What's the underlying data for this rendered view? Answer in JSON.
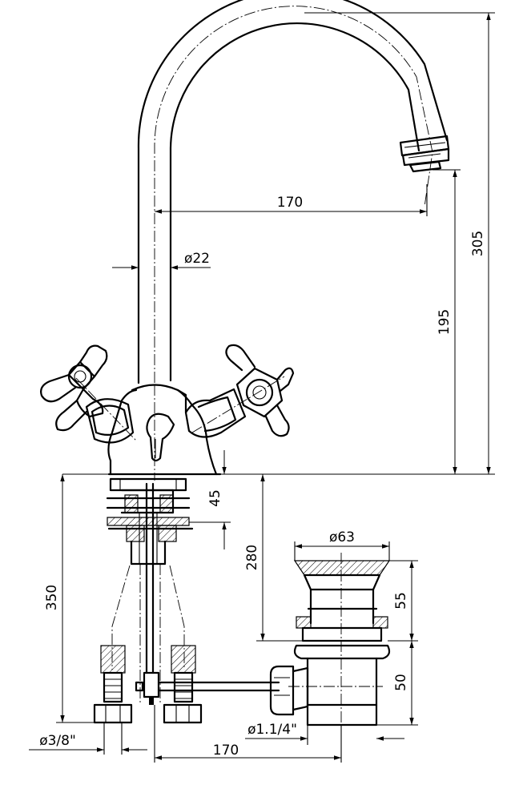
{
  "dimensions": {
    "spout_reach": "170",
    "spout_diameter": "ø22",
    "total_height": "305",
    "outlet_height": "195",
    "base_thickness": "45",
    "hose_length": "350",
    "shank_length": "280",
    "waste_diameter": "ø63",
    "waste_flange_height": "55",
    "waste_body_height": "50",
    "tail_thread": "ø1.1/4\"",
    "connection_thread": "ø3/8\"",
    "rod_reach": "170"
  }
}
